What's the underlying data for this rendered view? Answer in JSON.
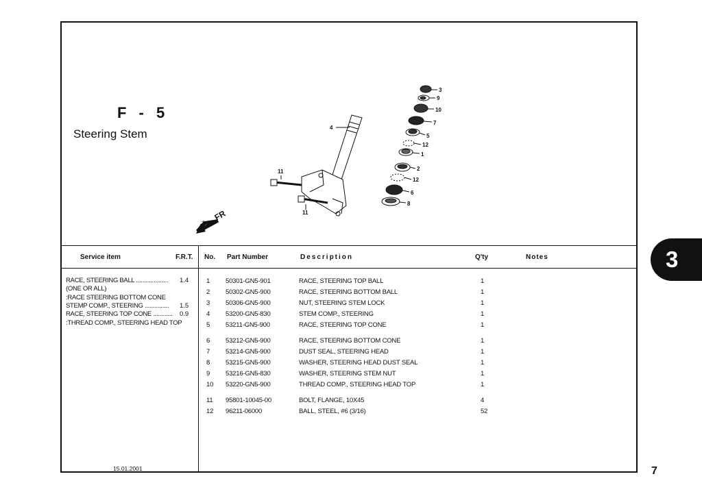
{
  "section": {
    "code": "F - 5",
    "name": "Steering Stem",
    "tab_number": "3"
  },
  "headers": {
    "service_item": "Service item",
    "frt": "F.R.T.",
    "no": "No.",
    "part_number": "Part Number",
    "description": "Description",
    "qty": "Q'ty",
    "notes": "Notes"
  },
  "service_items": [
    {
      "text": "RACE, STEERING BALL ....................",
      "value": "1.4"
    },
    {
      "text": "(ONE OR ALL)",
      "value": ""
    },
    {
      "text": ":RACE STEERING BOTTOM CONE",
      "value": ""
    },
    {
      "text": "STEMP COMP., STEERING ...............",
      "value": "1.5"
    },
    {
      "text": "RACE, STEERING TOP CONE ............",
      "value": "0.9"
    },
    {
      "text": ":THREAD COMP., STEERING HEAD TOP",
      "value": ""
    }
  ],
  "parts": [
    {
      "no": "1",
      "part": "50301-GN5-901",
      "desc": "RACE, STEERING TOP BALL",
      "qty": "1"
    },
    {
      "no": "2",
      "part": "50302-GN5-900",
      "desc": "RACE, STEERING BOTTOM BALL",
      "qty": "1"
    },
    {
      "no": "3",
      "part": "50306-GN5-900",
      "desc": "NUT, STEERING STEM LOCK",
      "qty": "1"
    },
    {
      "no": "4",
      "part": "53200-GN5-830",
      "desc": "STEM COMP., STEERING",
      "qty": "1"
    },
    {
      "no": "5",
      "part": "53211-GN5-900",
      "desc": "RACE, STEERING TOP CONE",
      "qty": "1"
    },
    {
      "no": "6",
      "part": "53212-GN5-900",
      "desc": "RACE, STEERING BOTTOM CONE",
      "qty": "1"
    },
    {
      "no": "7",
      "part": "53214-GN5-900",
      "desc": "DUST SEAL, STEERING HEAD",
      "qty": "1"
    },
    {
      "no": "8",
      "part": "53215-GN5-900",
      "desc": "WASHER, STEERING HEAD DUST SEAL",
      "qty": "1"
    },
    {
      "no": "9",
      "part": "53216-GN5-830",
      "desc": "WASHER, STEERING STEM NUT",
      "qty": "1"
    },
    {
      "no": "10",
      "part": "53220-GN5-900",
      "desc": "THREAD COMP., STEERING HEAD TOP",
      "qty": "1"
    },
    {
      "no": "11",
      "part": "95801-10045-00",
      "desc": "BOLT, FLANGE, 10X45",
      "qty": "4"
    },
    {
      "no": "12",
      "part": "96211-06000",
      "desc": "BALL, STEEL, #6 (3/16)",
      "qty": "52"
    }
  ],
  "diagram": {
    "fr_label": "FR",
    "callouts": [
      "3",
      "9",
      "10",
      "7",
      "5",
      "12",
      "1",
      "2",
      "12",
      "6",
      "8",
      "4",
      "11",
      "11"
    ]
  },
  "footer": {
    "date": "15.01.2001",
    "page": "7"
  }
}
